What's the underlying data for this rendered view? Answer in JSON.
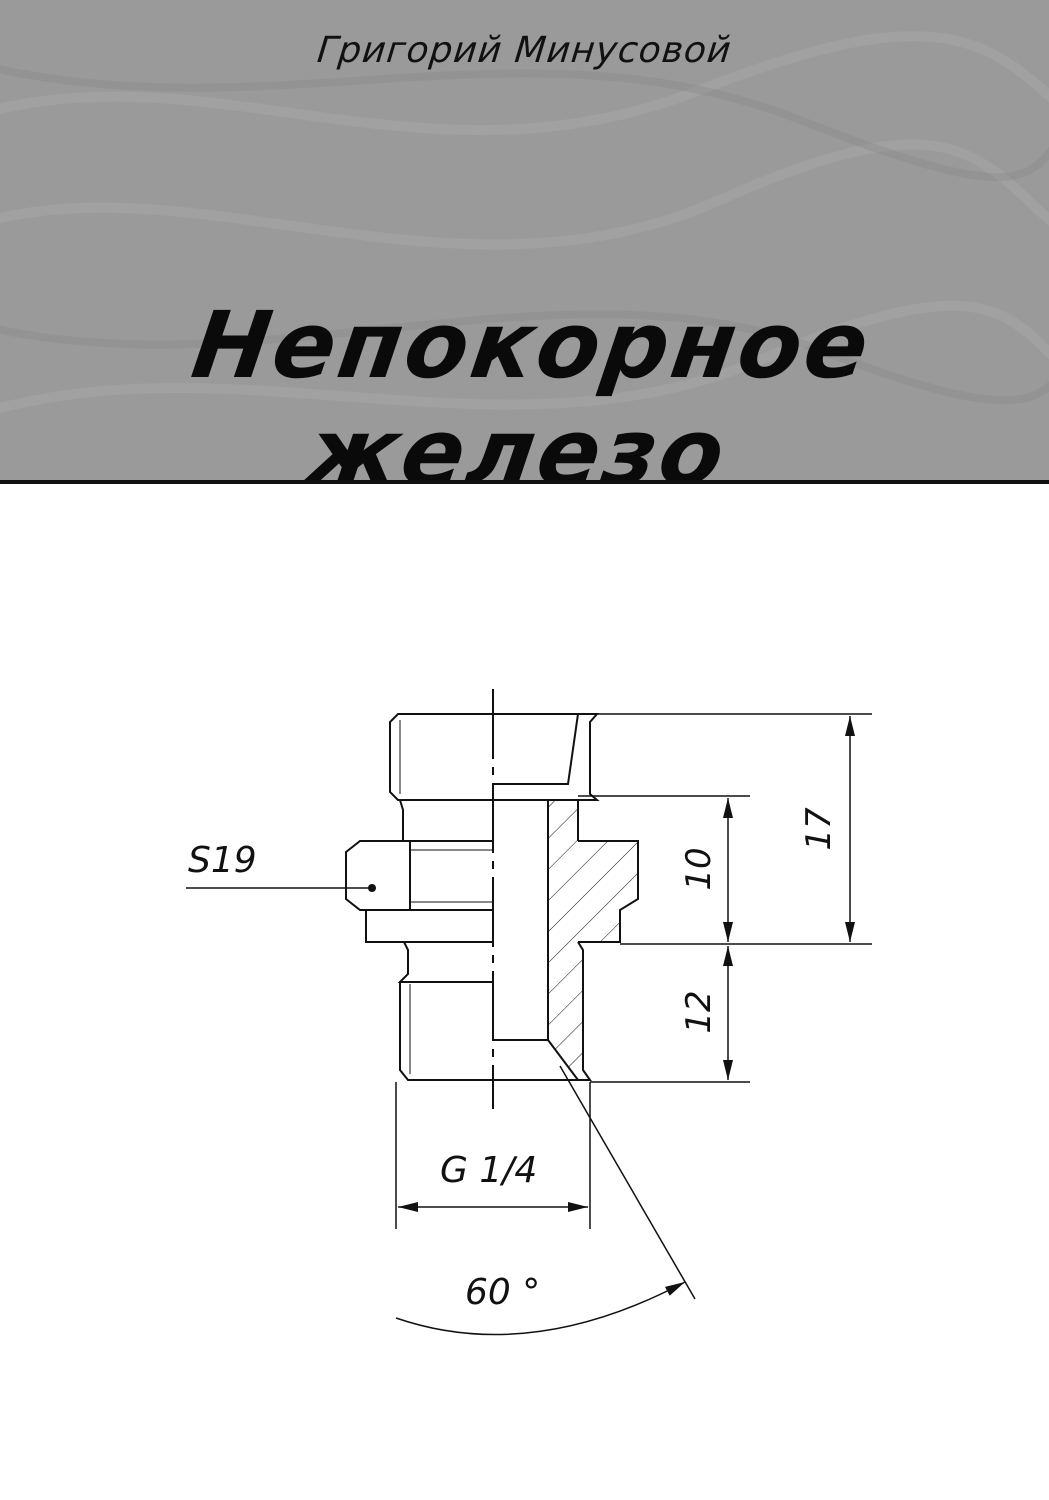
{
  "cover": {
    "author": "Григорий Минусовой",
    "title": "Непокорное железо"
  },
  "drawing": {
    "hex_label": "S19",
    "dim_17": "17",
    "dim_10": "10",
    "dim_12": "12",
    "thread_label": "G 1/4",
    "angle_label": "60 °"
  },
  "colors": {
    "cover_background": "#9a9a9a",
    "ink": "#111111",
    "paper": "#ffffff"
  }
}
